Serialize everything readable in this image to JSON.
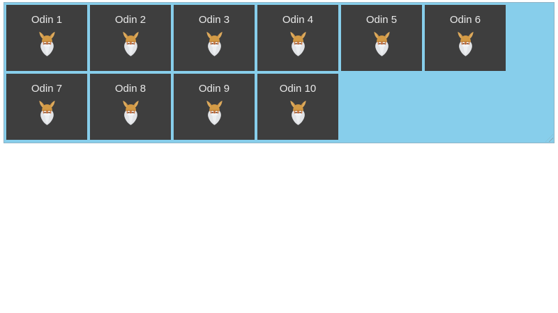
{
  "container": {
    "background_color": "#87CEEB",
    "border_color": "#8FB3C5"
  },
  "card_style": {
    "background_color": "#3E3E3E",
    "label_color": "#E9E9E9"
  },
  "cards": [
    {
      "label": "Odin 1"
    },
    {
      "label": "Odin 2"
    },
    {
      "label": "Odin 3"
    },
    {
      "label": "Odin 4"
    },
    {
      "label": "Odin 5"
    },
    {
      "label": "Odin 6"
    },
    {
      "label": "Odin 7"
    },
    {
      "label": "Odin 8"
    },
    {
      "label": "Odin 9"
    },
    {
      "label": "Odin 10"
    }
  ],
  "icon": {
    "name": "odin-viking-icon",
    "horn_color": "#DCA95C",
    "horn_shade_color": "#C68F44",
    "helmet_color": "#D39A45",
    "rim_color": "#C18439",
    "face_color": "#C4703F",
    "eye_color": "#35302A",
    "brow_color": "#F6F7F8",
    "beard_color": "#E2E4E7",
    "beard_highlight_color": "#EDEFF1",
    "mustache_color": "#F3F4F6",
    "nose_color": "#B2603A"
  },
  "resize_handle_color": "#8C8C8C"
}
